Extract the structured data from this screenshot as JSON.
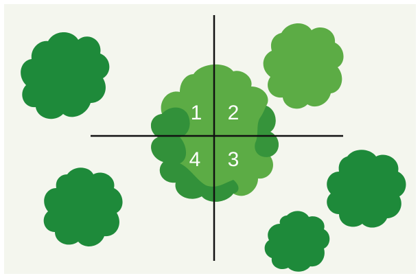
{
  "quadrants": [
    {
      "label": "1"
    },
    {
      "label": "2"
    },
    {
      "label": "3"
    },
    {
      "label": "4"
    }
  ],
  "colors": {
    "background": "#f4f6ee",
    "dark_green": "#1e8a3a",
    "mid_green": "#3f9d3c",
    "light_green": "#5cac45",
    "center_dark_patch": "#2a8c38",
    "axis_line": "#111111",
    "label_text": "#ffffff"
  }
}
